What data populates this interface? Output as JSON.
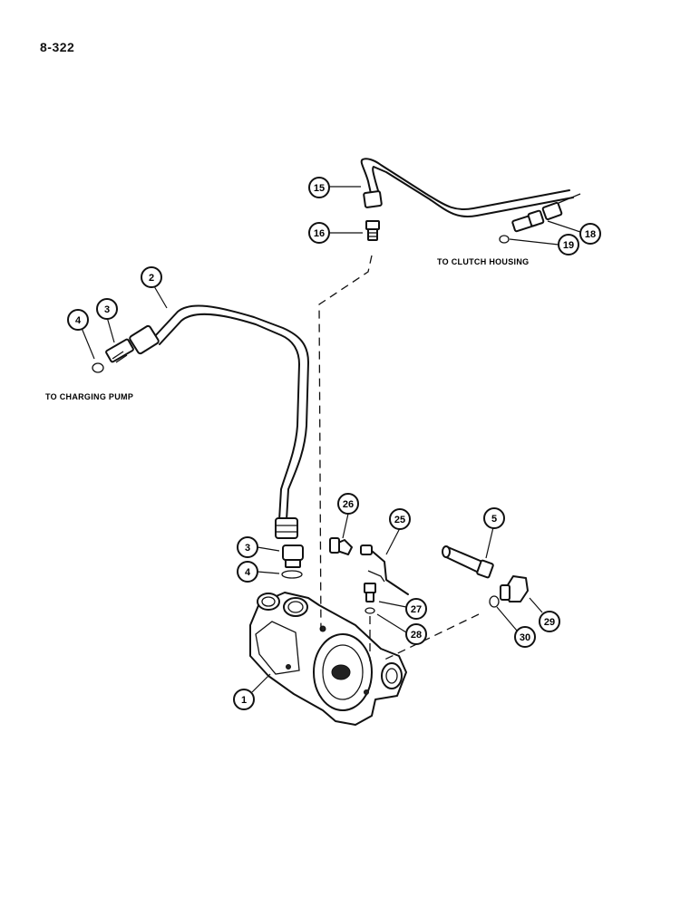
{
  "page": {
    "number": "8-322"
  },
  "notes": {
    "clutch_housing": "TO CLUTCH HOUSING",
    "charging_pump": "TO CHARGING PUMP"
  },
  "callouts": [
    {
      "id": "c15",
      "label": "15"
    },
    {
      "id": "c16",
      "label": "16"
    },
    {
      "id": "c18",
      "label": "18"
    },
    {
      "id": "c19",
      "label": "19"
    },
    {
      "id": "c2",
      "label": "2"
    },
    {
      "id": "c3a",
      "label": "3"
    },
    {
      "id": "c4a",
      "label": "4"
    },
    {
      "id": "c26",
      "label": "26"
    },
    {
      "id": "c25",
      "label": "25"
    },
    {
      "id": "c5",
      "label": "5"
    },
    {
      "id": "c3b",
      "label": "3"
    },
    {
      "id": "c4b",
      "label": "4"
    },
    {
      "id": "c27",
      "label": "27"
    },
    {
      "id": "c28",
      "label": "28"
    },
    {
      "id": "c29",
      "label": "29"
    },
    {
      "id": "c30",
      "label": "30"
    },
    {
      "id": "c1",
      "label": "1"
    }
  ]
}
